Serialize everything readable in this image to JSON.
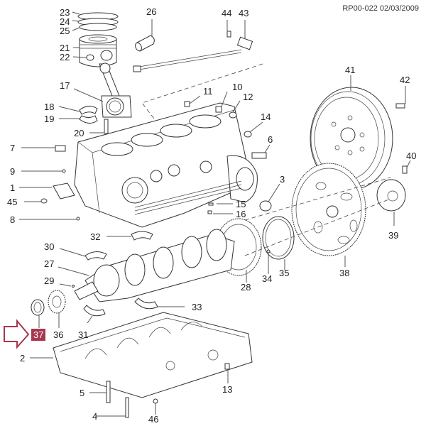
{
  "document_ref": "RP00-022 02/03/2009",
  "highlight": {
    "part": "37",
    "color": "#a8364f",
    "arrow": "right-arrow"
  },
  "callouts": {
    "c1": "1",
    "c2": "2",
    "c3": "3",
    "c4": "4",
    "c5": "5",
    "c6": "6",
    "c7": "7",
    "c8": "8",
    "c9": "9",
    "c10": "10",
    "c11": "11",
    "c12": "12",
    "c13": "13",
    "c14": "14",
    "c15": "15",
    "c16": "16",
    "c17": "17",
    "c18": "18",
    "c19": "19",
    "c20": "20",
    "c21": "21",
    "c22": "22",
    "c23": "23",
    "c24": "24",
    "c25": "25",
    "c26": "26",
    "c27": "27",
    "c28": "28",
    "c29": "29",
    "c30": "30",
    "c31": "31",
    "c32": "32",
    "c33": "33",
    "c34": "34",
    "c35": "35",
    "c36": "36",
    "c37": "37",
    "c38": "38",
    "c39": "39",
    "c40": "40",
    "c41": "41",
    "c42": "42",
    "c43": "43",
    "c44": "44",
    "c45": "45",
    "c46": "46"
  },
  "parts": {
    "engine_block": "engine-block",
    "lower_crankcase": "lower-crankcase",
    "crankshaft": "crankshaft",
    "piston": "piston",
    "connecting_rod": "connecting-rod",
    "dual_mass_flywheel": "flywheel",
    "flexplate": "flexplate",
    "reluctor_ring": "reluctor-ring",
    "crank_sensor": "crankshaft-position-sensor"
  }
}
